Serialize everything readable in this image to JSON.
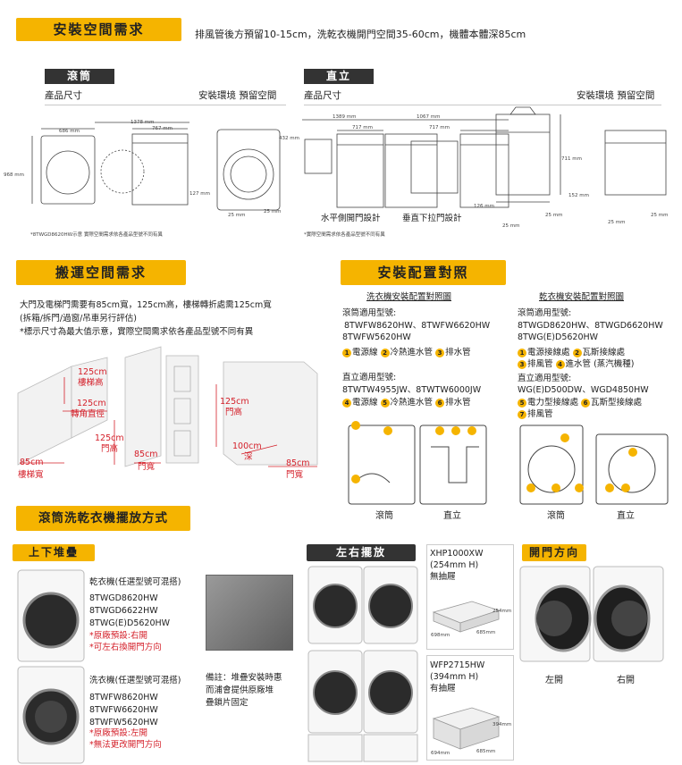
{
  "install": {
    "title": "安裝空間需求",
    "note": "排風管後方預留10-15cm，洗乾衣機開門空間35-60cm，機體本體深85cm",
    "drum": {
      "tag": "滾筒",
      "product_size": "產品尺寸",
      "env": "安裝環境 預留空間",
      "dims": {
        "w1": "686 mm",
        "w2": "1378 mm",
        "w3": "767 mm",
        "h": "968 mm",
        "side": "127 mm",
        "gap1": "25 mm",
        "gap2": "25 mm"
      },
      "footnote": "*8TWGD8620HW示意 實際空間需求依各產品型號不同有異"
    },
    "upright": {
      "tag": "直立",
      "product_size": "產品尺寸",
      "env": "安裝環境 預留空間",
      "dims": {
        "w1": "1389 mm",
        "w2": "1067 mm",
        "d1": "432 mm",
        "w3": "717 mm",
        "w4": "717 mm",
        "h": "711 mm",
        "side": "126 mm",
        "side2": "152 mm",
        "gap1": "25 mm",
        "gap2": "25 mm",
        "gap3": "25 mm",
        "gap4": "25 mm"
      },
      "label_horizontal": "水平側開門設計",
      "label_vertical": "垂直下拉門設計",
      "footnote": "*實際空間需求依各產品型號不同有異"
    }
  },
  "transport": {
    "title": "搬運空間需求",
    "line1": "大門及電梯門需要有85cm寬，125cm高，樓梯轉折處需125cm寬",
    "line2": "(拆箱/拆門/過窗/吊車另行評估)",
    "line3": "*標示尺寸為最大值示意，實際空間需求依各產品型號不同有異",
    "stairs": {
      "a": "125cm",
      "a2": "樓梯高",
      "b": "125cm",
      "b2": "轉角直徑",
      "c": "85cm",
      "c2": "樓梯寬"
    },
    "door": {
      "a": "125cm",
      "a2": "門高",
      "b": "85cm",
      "b2": "門寬"
    },
    "room": {
      "a": "125cm",
      "a2": "門高",
      "b": "100cm",
      "b2": "深",
      "c": "85cm",
      "c2": "門寬"
    }
  },
  "config": {
    "title": "安裝配置對照",
    "washer": {
      "heading": "洗衣機安裝配置對照圖",
      "drum_models_title": "滾筒適用型號:",
      "drum_models_1": "8TWFW8620HW、8TWFW6620HW",
      "drum_models_2": "8TWFW5620HW",
      "drum_items": [
        "電源線",
        "冷熱進水管",
        "排水管"
      ],
      "up_models_title": "直立適用型號:",
      "up_models_1": "8TWTW4955JW、8TWTW6000JW",
      "up_items": [
        "電源線",
        "冷熱進水管",
        "排水管"
      ],
      "cap_drum": "滾筒",
      "cap_up": "直立"
    },
    "dryer": {
      "heading": "乾衣機安裝配置對照圖",
      "drum_models_title": "滾筒適用型號:",
      "drum_models_1": "8TWGD8620HW、8TWGD6620HW",
      "drum_models_2": "8TWG(E)D5620HW",
      "items_a": [
        "電源接線處",
        "瓦斯接線處"
      ],
      "items_b": [
        "排風管",
        "進水管 (蒸汽機種)"
      ],
      "up_models_title": "直立適用型號:",
      "up_models_1": "WG(E)D500DW、WGD4850HW",
      "items_c": [
        "電力型接線處",
        "瓦斯型接線處"
      ],
      "items_d": [
        "排風管"
      ],
      "cap_drum": "滾筒",
      "cap_up": "直立"
    }
  },
  "placement": {
    "title": "滾筒洗乾衣機擺放方式",
    "stack": {
      "tag": "上下堆疊",
      "dryer_title": "乾衣機(任選型號可混搭)",
      "dryer_models": [
        "8TWGD8620HW",
        "8TWGD6622HW",
        "8TWG(E)D5620HW"
      ],
      "dryer_notes": [
        "*原廠預設:右開",
        "*可左右換開門方向"
      ],
      "washer_title": "洗衣機(任選型號可混搭)",
      "washer_models": [
        "8TWFW8620HW",
        "8TWFW6620HW",
        "8TWFW5620HW"
      ],
      "washer_notes": [
        "*原廠預設:左開",
        "*無法更改開門方向"
      ],
      "remark": [
        "備註：堆疊安裝時惠",
        "而浦會提供原廠堆",
        "疊鎖片固定"
      ]
    },
    "side": {
      "tag": "左右擺放",
      "p1_lines": [
        "XHP1000XW",
        "(254mm H)",
        "無抽屜"
      ],
      "p1_dims": [
        "254mm",
        "698mm",
        "685mm"
      ],
      "p2_lines": [
        "WFP2715HW",
        "(394mm H)",
        "有抽屜"
      ],
      "p2_dims": [
        "394mm",
        "694mm",
        "685mm"
      ]
    },
    "door": {
      "tag": "開門方向",
      "left": "左開",
      "right": "右開"
    }
  },
  "colors": {
    "accent": "#f5b400",
    "dark": "#333333",
    "red": "#d4202a"
  }
}
